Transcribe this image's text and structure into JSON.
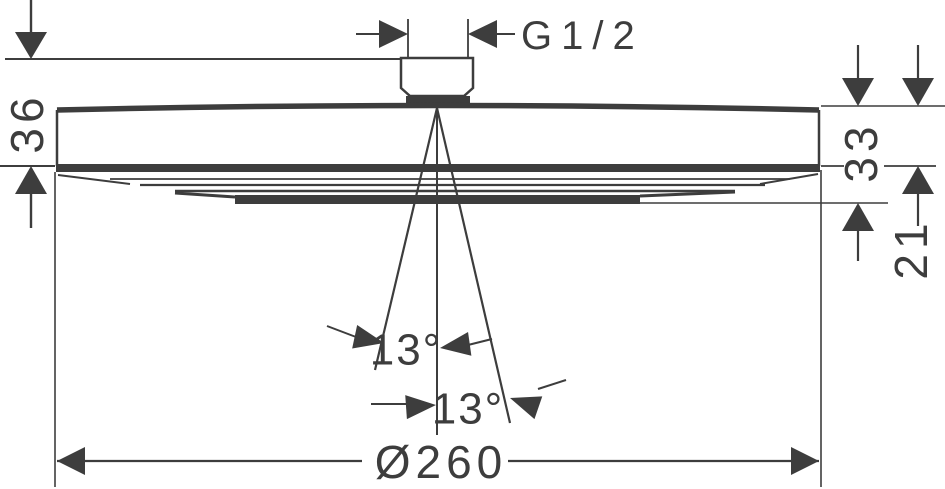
{
  "drawing": {
    "type": "technical-dimension-drawing",
    "subject": "overhead-shower-side-view",
    "background_color": "#ffffff",
    "line_color": "#3d3d3d",
    "labels": {
      "thread": "G1/2",
      "overall_height": "36",
      "head_height": "33",
      "edge_height": "21",
      "spray_angle_upper": "13°",
      "spray_angle_lower": "13°",
      "diameter": "Ø260"
    }
  }
}
